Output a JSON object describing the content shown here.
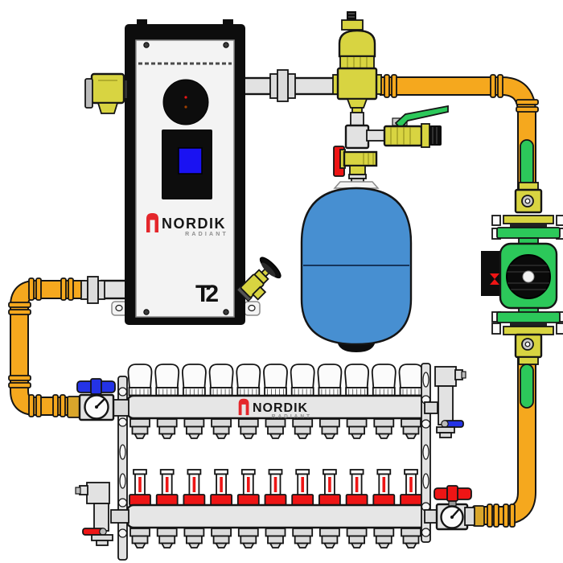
{
  "diagram": {
    "type": "hydronic-radiant-heating-package",
    "boiler": {
      "brand": "NORDIK",
      "brand_tagline": "RADIANT",
      "model_badge": "T2"
    },
    "manifold": {
      "brand": "NORDIK",
      "brand_tagline": "RADIANT",
      "loop_count": 11,
      "flow_meter_count": 11
    },
    "components": [
      "boiler",
      "pressure-relief-valve",
      "air-separator",
      "auto-air-vent",
      "fill-valve",
      "expansion-tank",
      "tank-isolation-valve",
      "circulator-pump",
      "pump-isolation-valves",
      "supply-manifold",
      "return-manifold",
      "actuator-caps",
      "flow-meters",
      "manifold-end-vents",
      "gauge-ball-valves",
      "supply-return-piping"
    ]
  },
  "colors": {
    "orange": "#F5A81E",
    "brass": "#D8D441",
    "gold": "#D9A62B",
    "green": "#2CC85A",
    "tank_blue": "#478FD1",
    "handle_blue": "#2433E6",
    "red": "#EE1515",
    "steel": "#E2E2E2",
    "display_blue": "#1A12F2",
    "brand_red": "#E4262B",
    "ink": "#151515"
  }
}
